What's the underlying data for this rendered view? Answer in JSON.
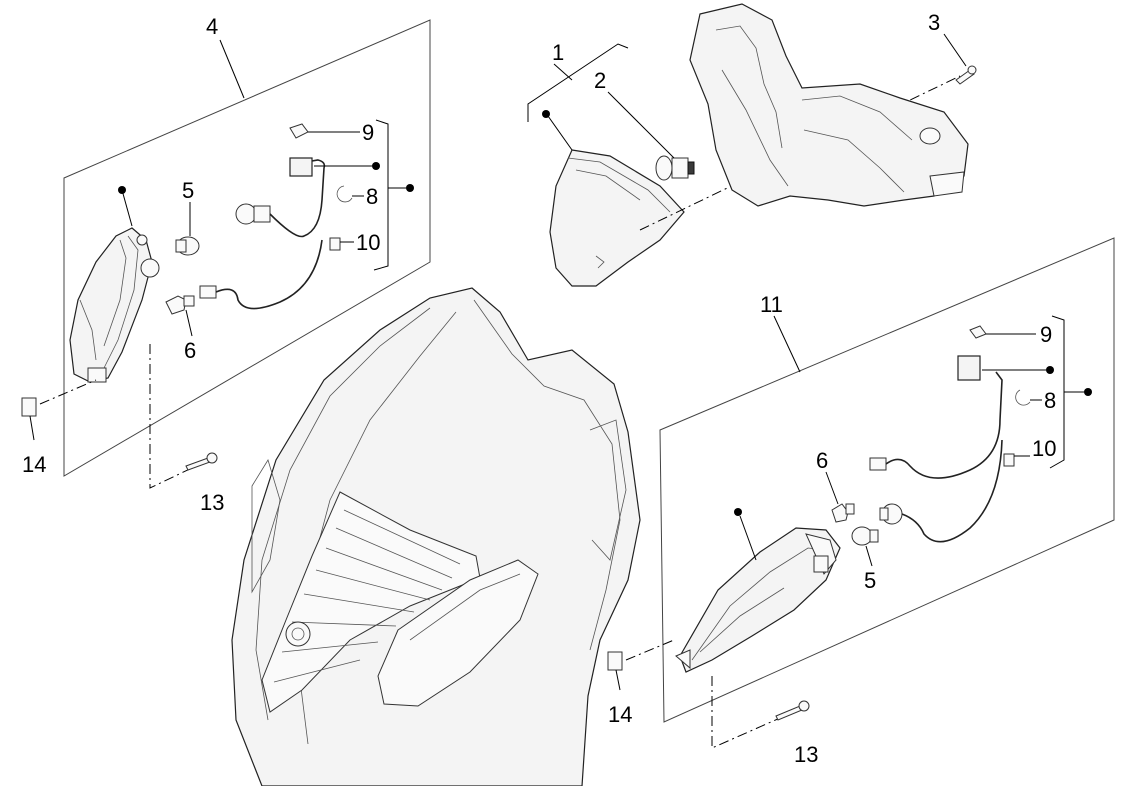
{
  "diagram": {
    "part_labels": {
      "p1": "1",
      "p2": "2",
      "p3": "3",
      "p4": "4",
      "p5_left": "5",
      "p6_left": "6",
      "p8_left": "8",
      "p9_left": "9",
      "p10_left": "10",
      "p13_left": "13",
      "p14_left": "14",
      "p11": "11",
      "p5_right": "5",
      "p6_right": "6",
      "p8_right": "8",
      "p9_right": "9",
      "p10_right": "10",
      "p13_right": "13",
      "p14_right": "14"
    },
    "parts": [
      {
        "id": "headlamp-lens",
        "icon": "headlamp-icon"
      },
      {
        "id": "headlamp-bulb",
        "icon": "bulb-icon"
      },
      {
        "id": "handlebar-cover",
        "icon": "handlebar-cover-icon"
      },
      {
        "id": "front-shield",
        "icon": "front-shield-icon"
      },
      {
        "id": "left-turn-signal",
        "icon": "turn-signal-icon"
      },
      {
        "id": "right-turn-signal",
        "icon": "turn-signal-icon"
      },
      {
        "id": "screw",
        "icon": "screw-icon"
      },
      {
        "id": "clip-nut",
        "icon": "clip-nut-icon"
      }
    ]
  }
}
